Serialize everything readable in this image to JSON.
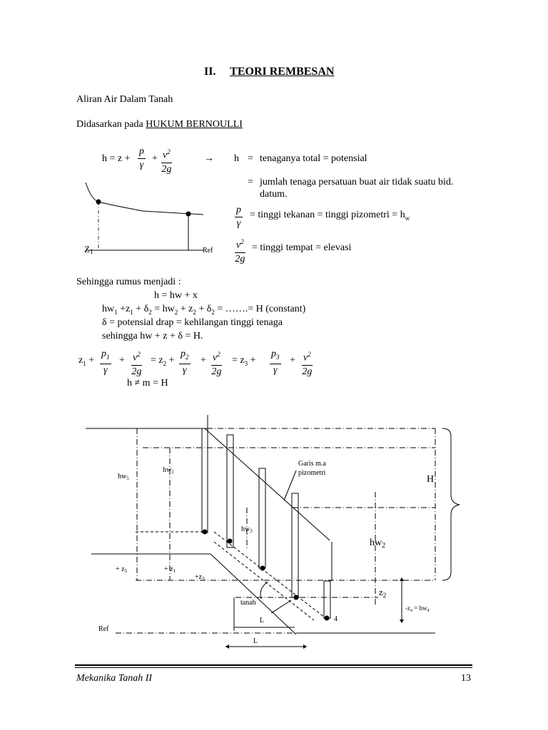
{
  "heading": {
    "number": "II.",
    "title": "TEORI REMBESAN"
  },
  "intro": {
    "line1": "Aliran Air Dalam Tanah",
    "line2_prefix": "Didasarkan pada ",
    "line2_link": "HUKUM BERNOULLI"
  },
  "bernoulli": {
    "lhs": "h = z +",
    "plus": "+",
    "p": "p",
    "gamma": "γ",
    "v": "v",
    "sq": "2",
    "twog": "2g",
    "arrow": "→",
    "def_h_sym": "h",
    "def_eq": "=",
    "def_h": "tenaganya total = potensial",
    "def_h2_line1": "jumlah tenaga persatuan buat air tidak suatu bid.",
    "def_h2_line2": "datum.",
    "def_p": "= tinggi tekanan = tinggi pizometri = h",
    "def_p_sub": "w",
    "def_v": "= tinggi tempat = elevasi"
  },
  "small_figure": {
    "z_label": "Z",
    "z_sub": "1",
    "ref_label": "Ref"
  },
  "formulas": {
    "lead": "Sehingga rumus menjadi :",
    "f1": "h =  hw + x",
    "f2a": "hw",
    "f2b": "1",
    "f2c": " +z",
    "f2d": "1",
    "f2e": " + δ",
    "f2f": "2",
    "f2g": " =  hw",
    "f2h": "2",
    "f2i": " + z",
    "f2j": "2",
    "f2k": " + δ",
    "f2l": "2",
    "f2m": " = …….= H (constant)",
    "f3": "δ = potensial drap = kehilangan tinggi tenaga",
    "f4": "sehingga hw + z + δ = H.",
    "f5_z1": "z",
    "f5_1": "1",
    "f5_eq2": "= z",
    "f5_2": "2",
    "f5_eq3": "=  z",
    "f5_3": "3",
    "plus": "+",
    "p1": "p",
    "v1": "v",
    "g": "γ",
    "twog": "2g",
    "f6": "h ≠ m = H"
  },
  "diagram": {
    "hw5": "hw",
    "hw5_sub": "5",
    "hw1": "hw",
    "hw1_sub": "1",
    "hw3": "hw",
    "hw3_sub": "3",
    "garis_1": "Garis m.a",
    "garis_2": "pizometri",
    "H": "H",
    "hw2": "hw",
    "hw2_sub": "2",
    "z5": "+ z",
    "z5_sub": "5",
    "z1": "+ z",
    "z1_sub": "1",
    "z3": "+z",
    "z3_sub": "3",
    "z2": "z",
    "z2_sub": "2",
    "z4": "-z",
    "z4_sub": "4",
    "z4_rest": " = hw",
    "z4_sub2": "4",
    "tanah": "tanah",
    "L_inner": "L",
    "L_outer": "L",
    "ref": "Ref",
    "four": "4"
  },
  "footer": {
    "left": "Mekanika Tanah II",
    "page": "13"
  }
}
